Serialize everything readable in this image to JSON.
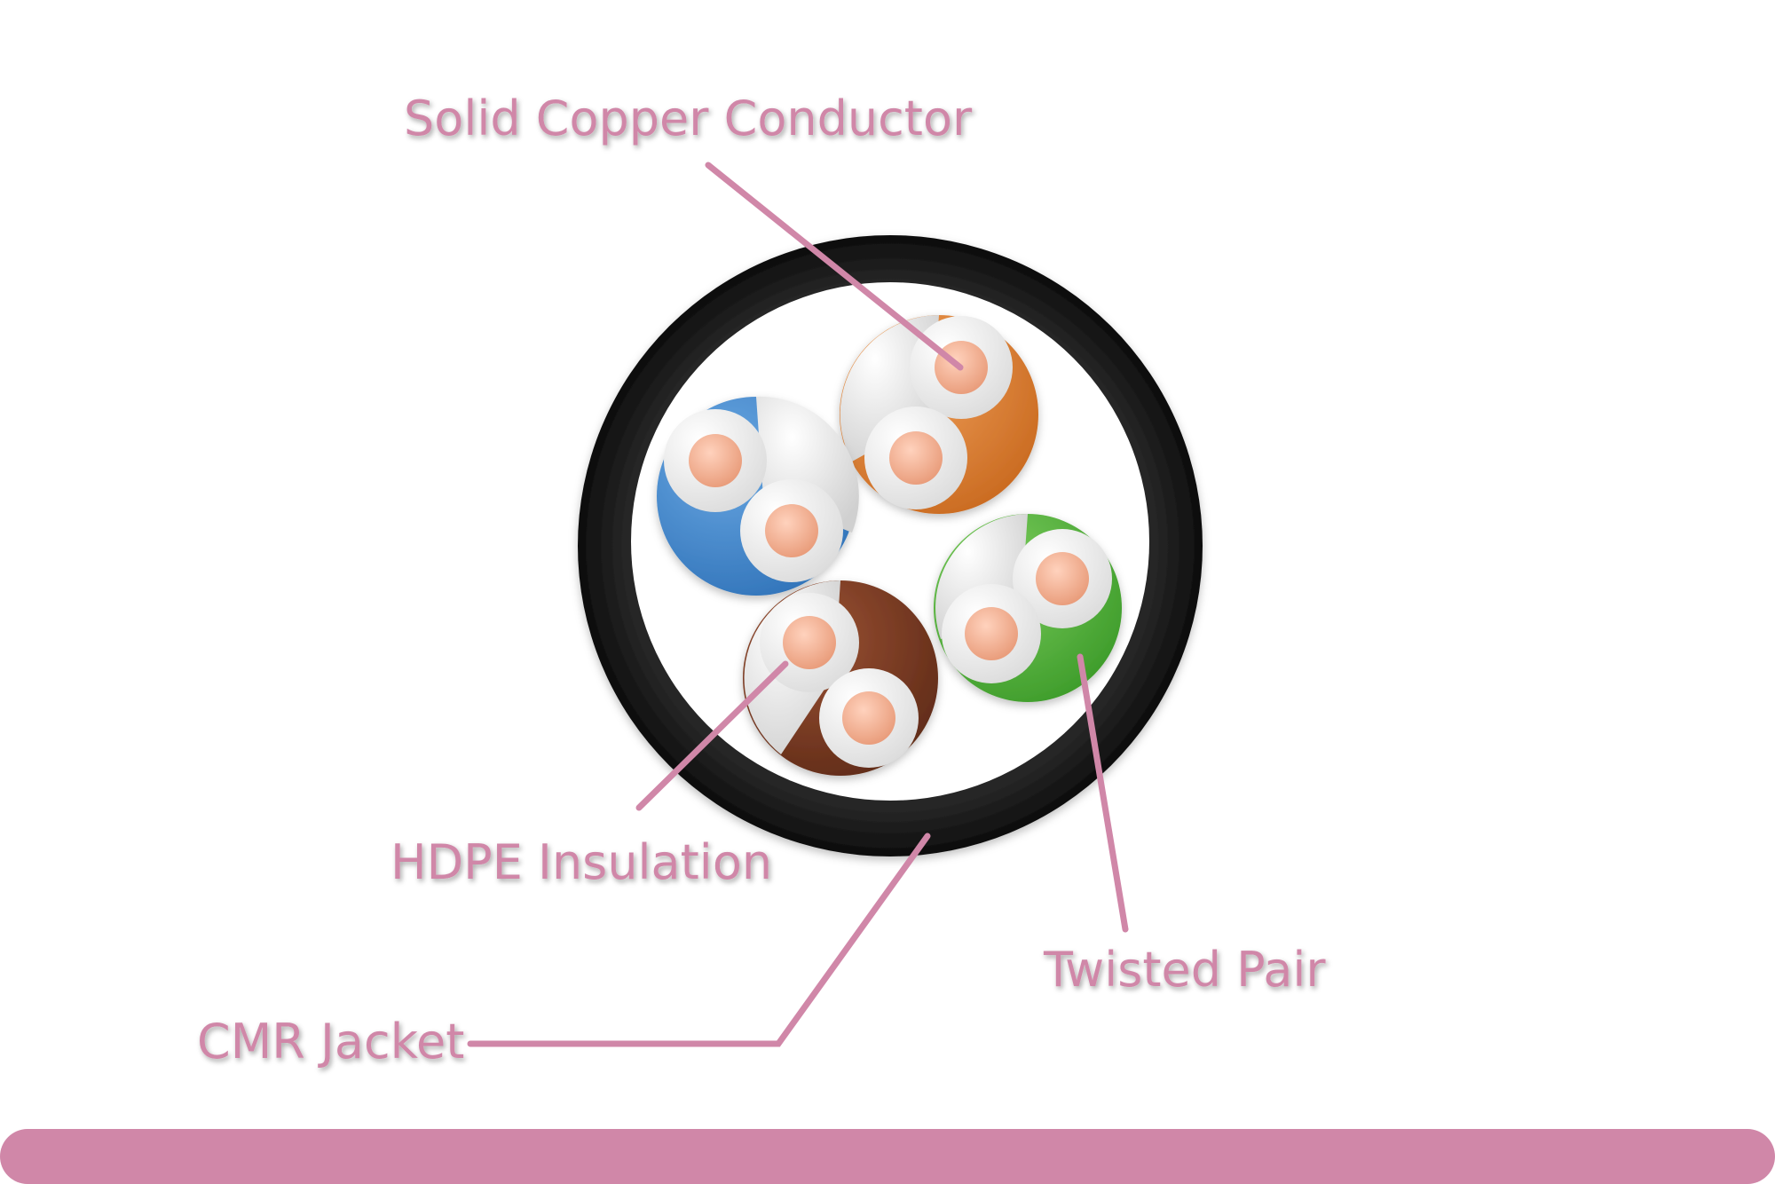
{
  "diagram": {
    "labels": {
      "conductor": "Solid Copper Conductor",
      "insulation": "HDPE Insulation",
      "jacket": "CMR Jacket",
      "pair": "Twisted Pair"
    },
    "pairs": [
      {
        "name": "orange",
        "color": "#e07b2a"
      },
      {
        "name": "blue",
        "color": "#3f86cf"
      },
      {
        "name": "green",
        "color": "#52b13a"
      },
      {
        "name": "brown",
        "color": "#7a3a22"
      }
    ]
  },
  "colors": {
    "accent": "#d087a8",
    "jacket": "#1f1f1f",
    "copper": "#f2a98a",
    "insulation": "#f4f4f4"
  }
}
